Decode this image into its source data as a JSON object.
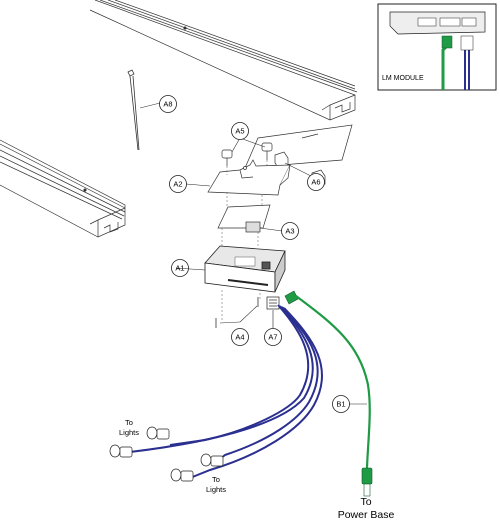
{
  "callouts": {
    "a1": "A1",
    "a2": "A2",
    "a3": "A3",
    "a4": "A4",
    "a5": "A5",
    "a6": "A6",
    "a7": "A7",
    "a8": "A8",
    "b1": "B1"
  },
  "labels": {
    "lights_upper_1": "To",
    "lights_upper_2": "Lights",
    "lights_lower_1": "To",
    "lights_lower_2": "Lights",
    "power_1": "To",
    "power_2": "Power Base"
  },
  "inset": {
    "title": "LM MODULE"
  },
  "colors": {
    "green_cable": "#1f9a45",
    "blue_cable": "#2b2f8f",
    "line": "#222222"
  }
}
